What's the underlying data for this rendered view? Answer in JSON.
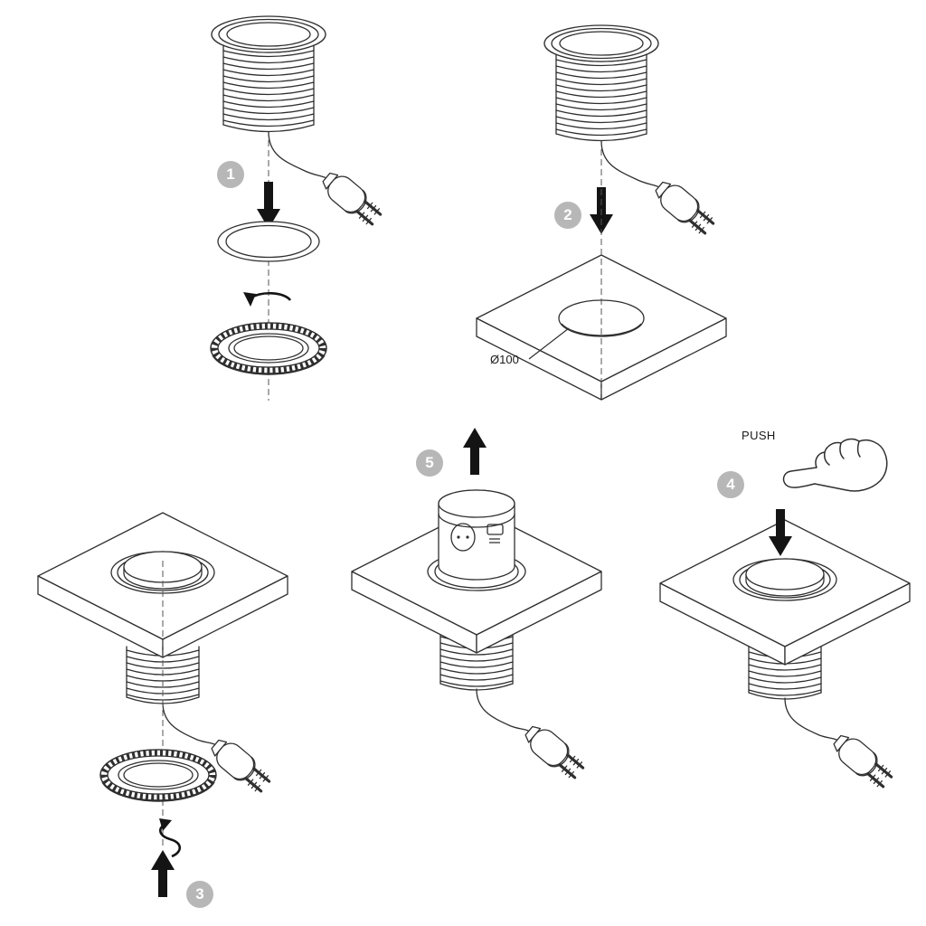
{
  "figure": {
    "background": "#ffffff",
    "line_color": "#2f2f2f",
    "arrow_color": "#141414",
    "badge_color": "#b7b7b7",
    "badge_text_color": "#ffffff"
  },
  "steps": [
    {
      "number": "1"
    },
    {
      "number": "2"
    },
    {
      "number": "3"
    },
    {
      "number": "4"
    },
    {
      "number": "5"
    }
  ],
  "labels": {
    "hole_diameter": "Ø100",
    "push": "PUSH"
  }
}
